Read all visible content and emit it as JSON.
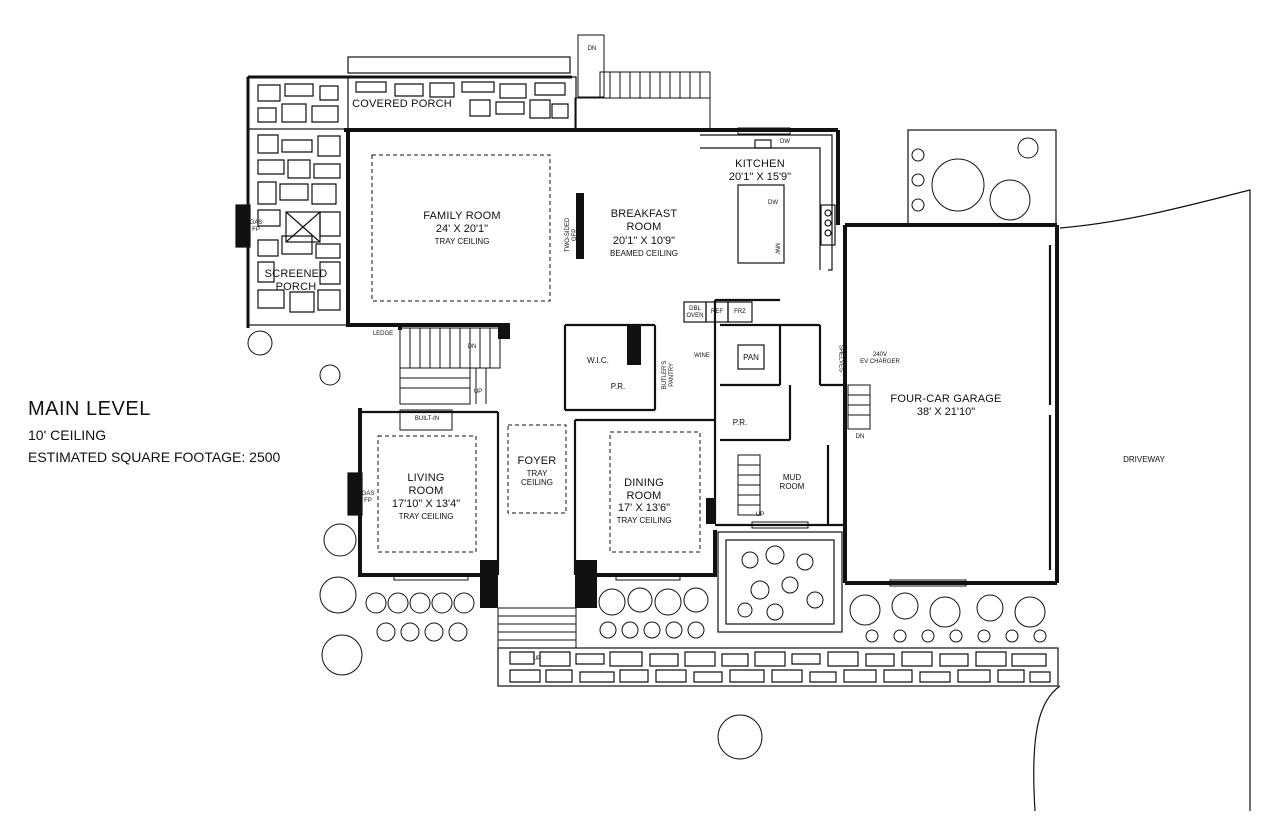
{
  "plan": {
    "title": "MAIN LEVEL",
    "ceiling": "10' CEILING",
    "square_footage": "ESTIMATED SQUARE FOOTAGE: 2500"
  },
  "rooms": {
    "covered_porch": "COVERED PORCH",
    "screened_porch": "SCREENED\nPORCH",
    "family_room": {
      "name": "FAMILY ROOM",
      "dim": "24' X 20'1\"",
      "note": "TRAY CEILING"
    },
    "breakfast_room": {
      "name": "BREAKFAST\nROOM",
      "dim": "20'1\" X 10'9\"",
      "note": "BEAMED CEILING"
    },
    "kitchen": {
      "name": "KITCHEN",
      "dim": "20'1\" X 15'9\""
    },
    "living_room": {
      "name": "LIVING\nROOM",
      "dim": "17'10\" X 13'4\"",
      "note": "TRAY CEILING"
    },
    "foyer": {
      "name": "FOYER",
      "note": "TRAY\nCEILING"
    },
    "dining_room": {
      "name": "DINING\nROOM",
      "dim": "17' X 13'6\"",
      "note": "TRAY CEILING"
    },
    "garage": {
      "name": "FOUR-CAR GARAGE",
      "dim": "38' X 21'10\""
    },
    "mud_room": "MUD\nROOM",
    "butlers_pantry": "BUTLER'S\nPANTRY",
    "pan": "PAN",
    "wic": "W.I.C.",
    "pr1": "P.R.",
    "pr2": "P.R.",
    "driveway": "DRIVEWAY"
  },
  "labels": {
    "gas_fp": "GAS\nFP",
    "two_sided_gfp": "TWO-SIDED\nGFP",
    "ledge": "LEDGE",
    "built_in": "BUILT-IN",
    "dbl_oven": "DBL\nOVEN",
    "ref": "REF",
    "frz": "FRZ",
    "wine": "WINE",
    "shelves": "SHELVES",
    "ev": "240V\nEV CHARGER",
    "dw": "DW",
    "mw": "MW",
    "dn": "DN",
    "up": "UP"
  }
}
